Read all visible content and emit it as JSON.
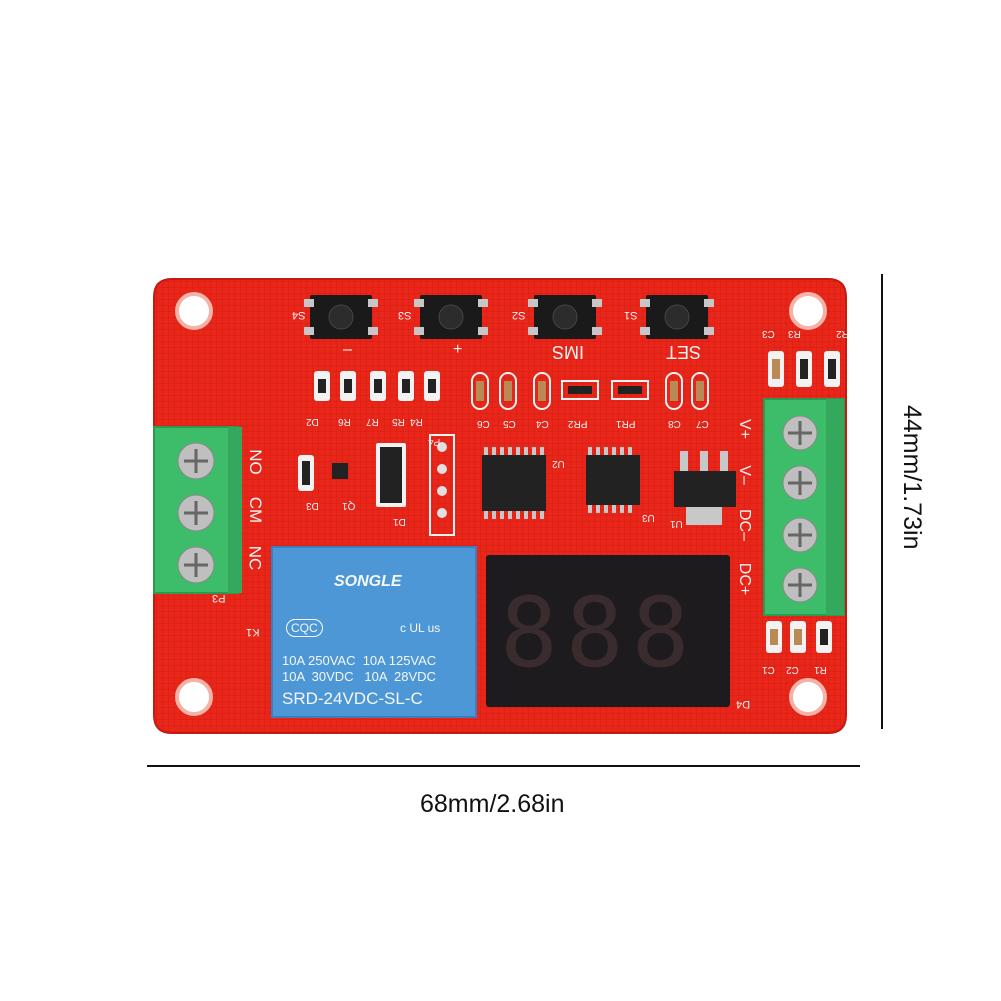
{
  "dimensions": {
    "width_label": "68mm/2.68in",
    "height_label": "44mm/1.73in"
  },
  "colors": {
    "pcb": "#e8261a",
    "terminal": "#3dbd6a",
    "relay": "#4d97d6",
    "display": "#1d1b1d"
  },
  "board": {
    "button_labels": [
      "S4",
      "S3",
      "S2",
      "S1"
    ],
    "button_captions": [
      "–",
      "+",
      "IMS",
      "SET"
    ],
    "left_terminal_labels": [
      "NO",
      "CM",
      "NC"
    ],
    "left_terminal_ref": "P3",
    "right_terminal_labels": [
      "V+",
      "V–",
      "DC–",
      "DC+"
    ],
    "relay_ref": "K1",
    "display_ref": "D4",
    "misc_labels": [
      "D2",
      "R6",
      "R7",
      "R5",
      "R4",
      "P4",
      "D3",
      "Q1",
      "D1",
      "C6",
      "C5",
      "C4",
      "PR2",
      "PR1",
      "C8",
      "C7",
      "U2",
      "U3",
      "U1",
      "C3",
      "R3",
      "R2",
      "C1",
      "C2",
      "R1"
    ]
  },
  "relay": {
    "brand": "SONGLE",
    "cert_left": "CQC",
    "ul_mark": "c UL us",
    "rating_1": "10A 250VAC  10A 125VAC",
    "rating_2": "10A  30VDC   10A  28VDC",
    "model": "SRD-24VDC-SL-C"
  },
  "display": {
    "digits": "888"
  }
}
